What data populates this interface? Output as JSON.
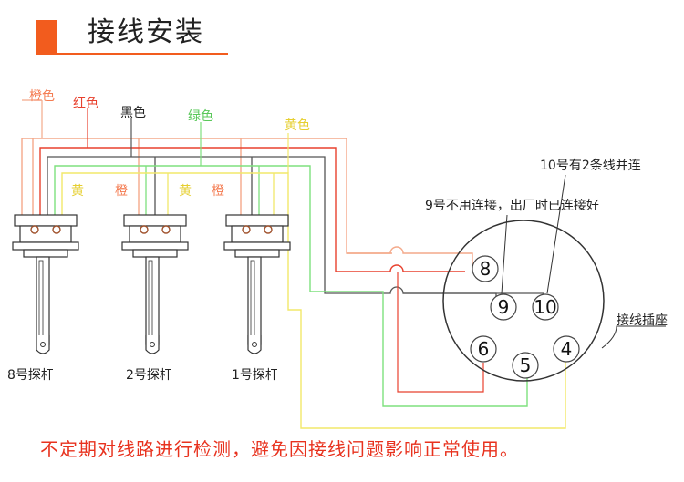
{
  "header": {
    "title": "接线安装"
  },
  "wire_labels": {
    "orange": "橙色",
    "red": "红色",
    "black": "黑色",
    "green": "绿色",
    "yellow": "黄色"
  },
  "terminal_labels": {
    "probe8_left": "黄",
    "probe8_right": "橙",
    "probe2_left": "黄",
    "probe2_right": "橙"
  },
  "probes": {
    "p8": "8号探杆",
    "p2": "2号探杆",
    "p1": "1号探杆"
  },
  "connector": {
    "label": "接线插座",
    "note_10": "10号有2条线并连",
    "note_9": "9号不用连接，出厂时已连接好",
    "pins": {
      "p8": "8",
      "p9": "9",
      "p10": "10",
      "p6": "6",
      "p5": "5",
      "p4": "4"
    }
  },
  "footer": {
    "warning": "不定期对线路进行检测，避免因接线问题影响正常使用。"
  },
  "colors": {
    "accent": "#f25c1e",
    "orange_wire": "#f4a98a",
    "red_wire": "#e8412e",
    "black_wire": "#555555",
    "green_wire": "#7ee07e",
    "yellow_wire": "#f2e86a",
    "warning_text": "#e8321e"
  }
}
